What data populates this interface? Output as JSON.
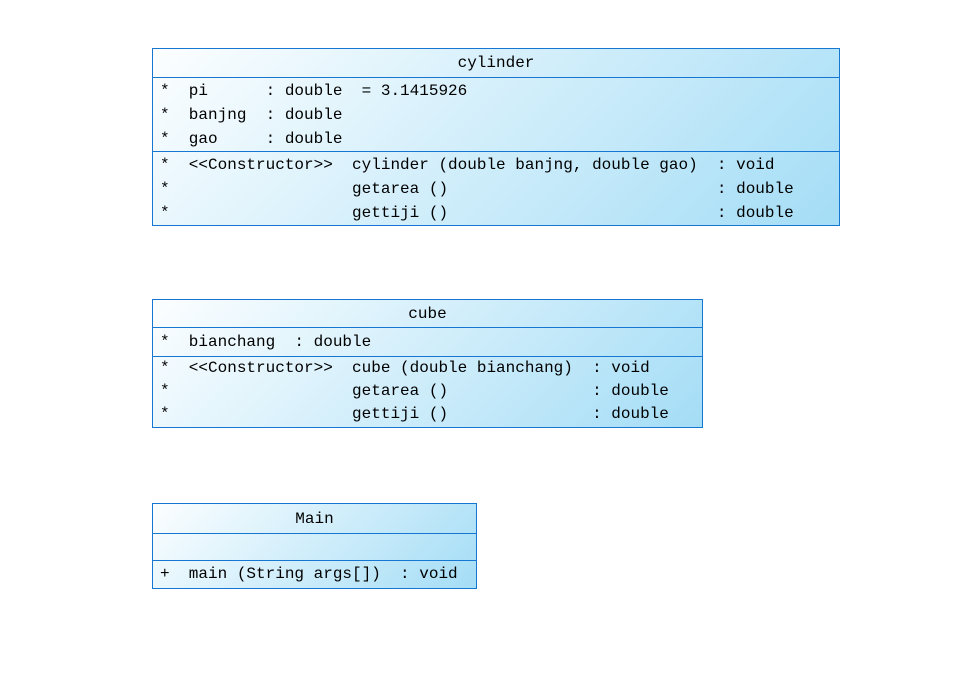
{
  "diagram": {
    "type": "uml-class-diagram",
    "background": "#ffffff",
    "colors": {
      "border": "#1577d2",
      "gradient_start": "#fcfeff",
      "gradient_end": "#a4ddf6",
      "text": "#000000"
    },
    "classes": [
      {
        "title": "cylinder",
        "attributes": [
          "*  pi      : double  = 3.1415926",
          "*  banjng  : double",
          "*  gao     : double"
        ],
        "methods": [
          "*  <<Constructor>>  cylinder (double banjng, double gao)  : void",
          "*                   getarea ()                            : double",
          "*                   gettiji ()                            : double"
        ]
      },
      {
        "title": "cube",
        "attributes": [
          "*  bianchang  : double"
        ],
        "methods": [
          "*  <<Constructor>>  cube (double bianchang)  : void",
          "*                   getarea ()               : double",
          "*                   gettiji ()               : double"
        ]
      },
      {
        "title": "Main",
        "attributes": [],
        "methods": [
          "+  main (String args[])  : void"
        ]
      }
    ]
  }
}
